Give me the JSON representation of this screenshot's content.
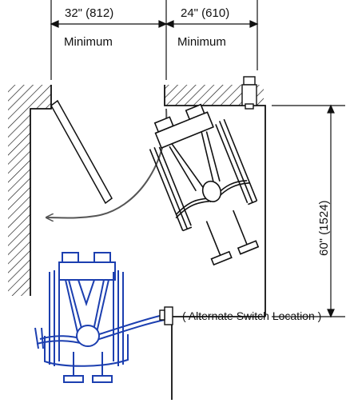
{
  "dimensions": {
    "door_clear_width": "32\" (812)",
    "latch_side_clearance": "24\" (610)",
    "door_label": "Minimum",
    "latch_label": "Minimum",
    "depth": "60\" (1524)"
  },
  "annotations": {
    "alternate_switch": "( Alternate Switch Location )"
  },
  "colors": {
    "line": "#111111",
    "accent": "#1c3fb0"
  }
}
